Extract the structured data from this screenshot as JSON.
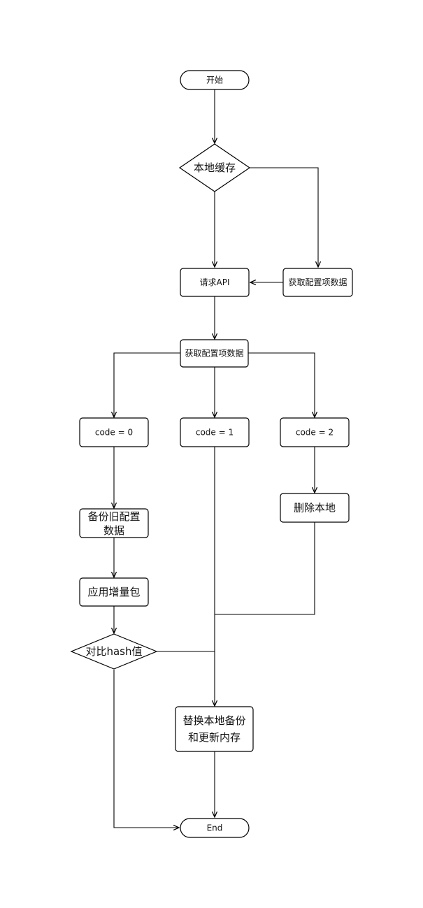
{
  "flowchart": {
    "start": "开始",
    "local_cache": "本地缓存",
    "request_api": "请求API",
    "fetch_config_right": "获取配置项数据",
    "fetch_config_main": "获取配置项数据",
    "code0": "code = 0",
    "code1": "code = 1",
    "code2": "code = 2",
    "backup_line1": "备份旧配置",
    "backup_line2": "数据",
    "apply_patch": "应用增量包",
    "delete_local": "删除本地",
    "compare_hash": "对比hash值",
    "replace_line1": "替换本地备份",
    "replace_line2": "和更新内存",
    "end": "End"
  }
}
